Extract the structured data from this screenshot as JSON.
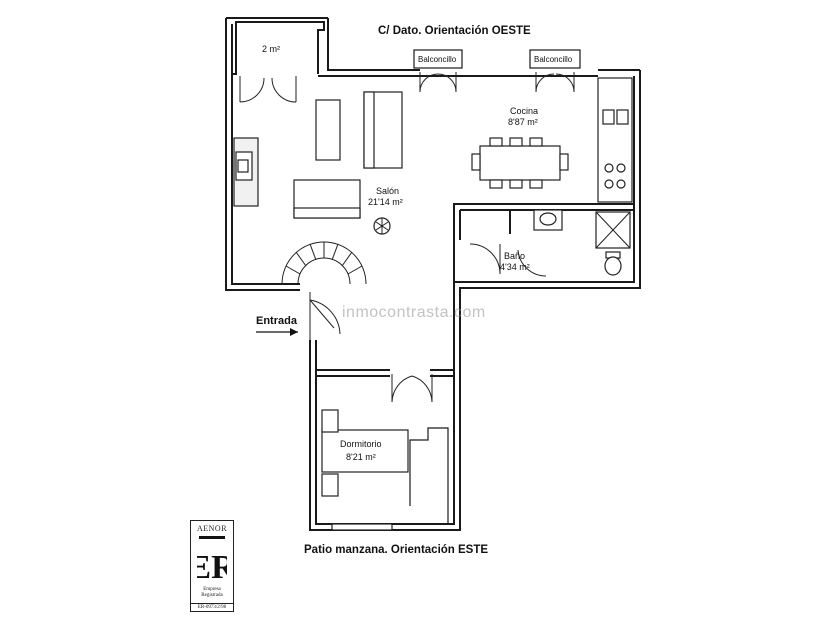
{
  "header": {
    "top_street": "C/ Dato. Orientación OESTE",
    "bottom_street": "Patio manzana. Orientación ESTE"
  },
  "rooms": {
    "storage": {
      "area": "2 m²"
    },
    "balcony_left": {
      "name": "Balconcillo"
    },
    "balcony_right": {
      "name": "Balconcillo"
    },
    "kitchen": {
      "name": "Cocina",
      "area": "8'87 m²"
    },
    "living": {
      "name": "Salón",
      "area": "21'14 m²"
    },
    "bath": {
      "name": "Baño",
      "area": "4'34 m²"
    },
    "bedroom": {
      "name": "Dormitorio",
      "area": "8'21 m²"
    }
  },
  "entrance": {
    "label": "Entrada"
  },
  "watermark": {
    "text": "inmocontrasta.com"
  },
  "certification": {
    "brand": "AENOR",
    "mark": "ER",
    "line1": "Empresa",
    "line2": "Registrada",
    "code": "ER-0973/2/98"
  }
}
